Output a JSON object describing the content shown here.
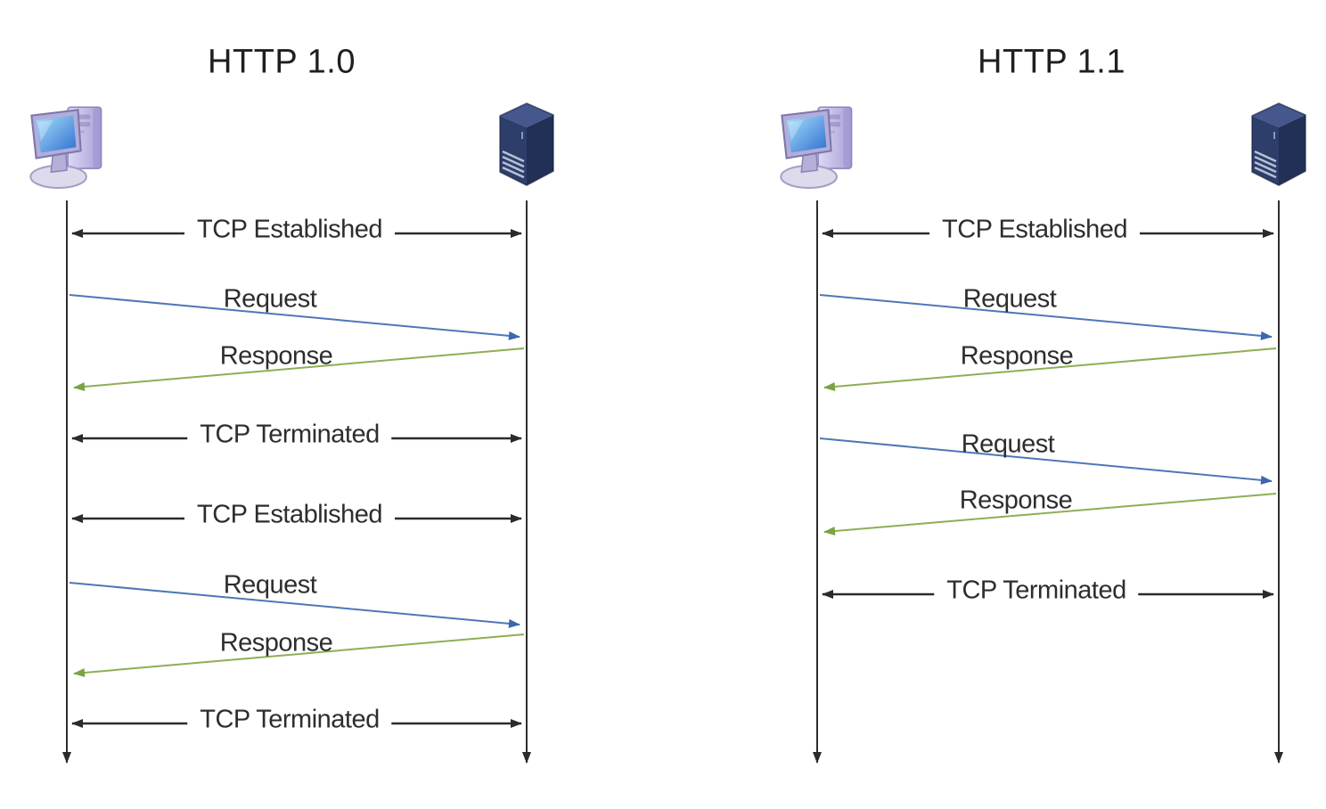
{
  "colors": {
    "background": "#ffffff",
    "text": "#2d2d2d",
    "tcp_arrow": "#2b2b2b",
    "lifeline": "#2e2e2e",
    "request_arrow": "#4e77b7",
    "response_arrow": "#8fae55"
  },
  "http10": {
    "title": "HTTP 1.0",
    "client_icon": "desktop-computer",
    "server_icon": "server-tower",
    "messages": [
      {
        "label": "TCP Established",
        "type": "tcp",
        "direction": "bidirectional"
      },
      {
        "label": "Request",
        "type": "request",
        "direction": "client-to-server"
      },
      {
        "label": "Response",
        "type": "response",
        "direction": "server-to-client"
      },
      {
        "label": "TCP Terminated",
        "type": "tcp",
        "direction": "bidirectional"
      },
      {
        "label": "TCP Established",
        "type": "tcp",
        "direction": "bidirectional"
      },
      {
        "label": "Request",
        "type": "request",
        "direction": "client-to-server"
      },
      {
        "label": "Response",
        "type": "response",
        "direction": "server-to-client"
      },
      {
        "label": "TCP Terminated",
        "type": "tcp",
        "direction": "bidirectional"
      }
    ]
  },
  "http11": {
    "title": "HTTP 1.1",
    "client_icon": "desktop-computer",
    "server_icon": "server-tower",
    "messages": [
      {
        "label": "TCP Established",
        "type": "tcp",
        "direction": "bidirectional"
      },
      {
        "label": "Request",
        "type": "request",
        "direction": "client-to-server"
      },
      {
        "label": "Response",
        "type": "response",
        "direction": "server-to-client"
      },
      {
        "label": "Request",
        "type": "request",
        "direction": "client-to-server"
      },
      {
        "label": "Response",
        "type": "response",
        "direction": "server-to-client"
      },
      {
        "label": "TCP Terminated",
        "type": "tcp",
        "direction": "bidirectional"
      }
    ]
  }
}
